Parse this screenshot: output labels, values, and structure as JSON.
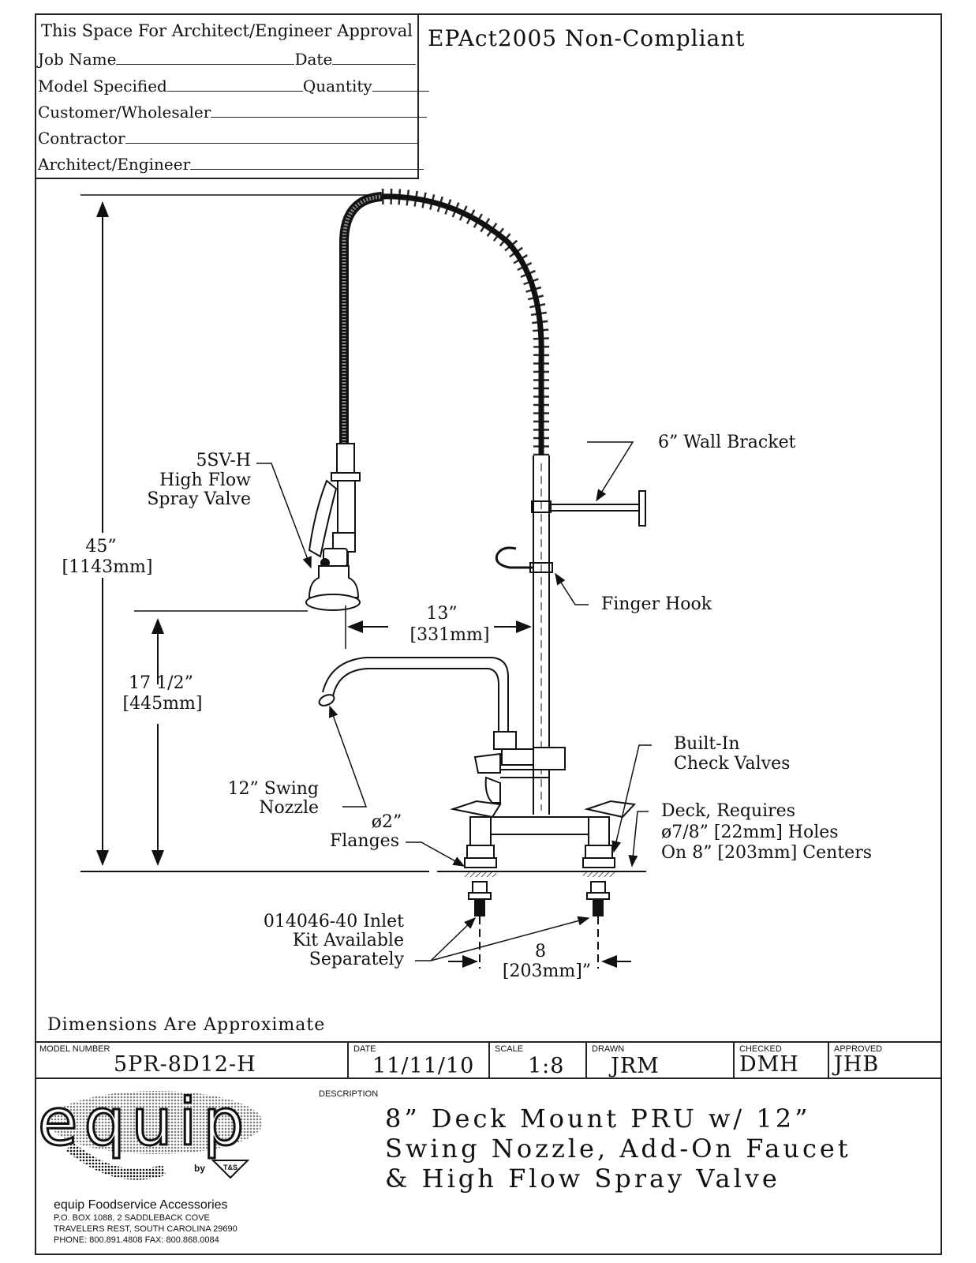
{
  "approval": {
    "header": "This Space For Architect/Engineer Approval",
    "rows": [
      {
        "label": "Job Name",
        "label2": "Date"
      },
      {
        "label": "Model Specified",
        "label2": "Quantity"
      },
      {
        "label": "Customer/Wholesaler"
      },
      {
        "label": "Contractor"
      },
      {
        "label": "Architect/Engineer"
      }
    ]
  },
  "compliance": "EPAct2005 Non-Compliant",
  "callouts": {
    "wall_bracket": "6” Wall Bracket",
    "finger_hook": "Finger Hook",
    "spray_valve": [
      "5SV-H",
      "High Flow",
      "Spray Valve"
    ],
    "height_total": [
      "45”",
      "[1143mm]"
    ],
    "reach": [
      "13”",
      "[331mm]"
    ],
    "height_valve": [
      "17 1/2”",
      "[445mm]"
    ],
    "check_valves": [
      "Built-In",
      "Check Valves"
    ],
    "swing_nozzle": [
      "12” Swing",
      "Nozzle"
    ],
    "flanges": [
      "ø2”",
      "Flanges"
    ],
    "deck": [
      "Deck, Requires",
      "ø7/8” [22mm] Holes",
      "On 8” [203mm] Centers"
    ],
    "inlet_kit": [
      "014046-40 Inlet",
      "Kit Available",
      "Separately"
    ],
    "centers": [
      "8",
      "[203mm]”"
    ]
  },
  "dims_note": "Dimensions Are Approximate",
  "title_block": {
    "model_caption": "MODEL NUMBER",
    "model": "5PR-8D12-H",
    "date_caption": "DATE",
    "date": "11/11/10",
    "scale_caption": "SCALE",
    "scale": "1:8",
    "drawn_caption": "DRAWN",
    "drawn": "JRM",
    "checked_caption": "CHECKED",
    "checked": "DMH",
    "approved_caption": "APPROVED",
    "approved": "JHB"
  },
  "description_caption": "DESCRIPTION",
  "description": [
    "8” Deck Mount PRU w/ 12”",
    "Swing Nozzle, Add-On Faucet",
    "& High Flow Spray Valve"
  ],
  "logo": {
    "word": "equip",
    "by": "by",
    "badge": "T&S"
  },
  "company": {
    "name": "equip Foodservice Accessories",
    "address": [
      "P.O. BOX 1088, 2 SADDLEBACK COVE",
      "TRAVELERS REST, SOUTH CAROLINA 29690",
      "PHONE: 800.891.4808    FAX: 800.868.0084"
    ]
  }
}
